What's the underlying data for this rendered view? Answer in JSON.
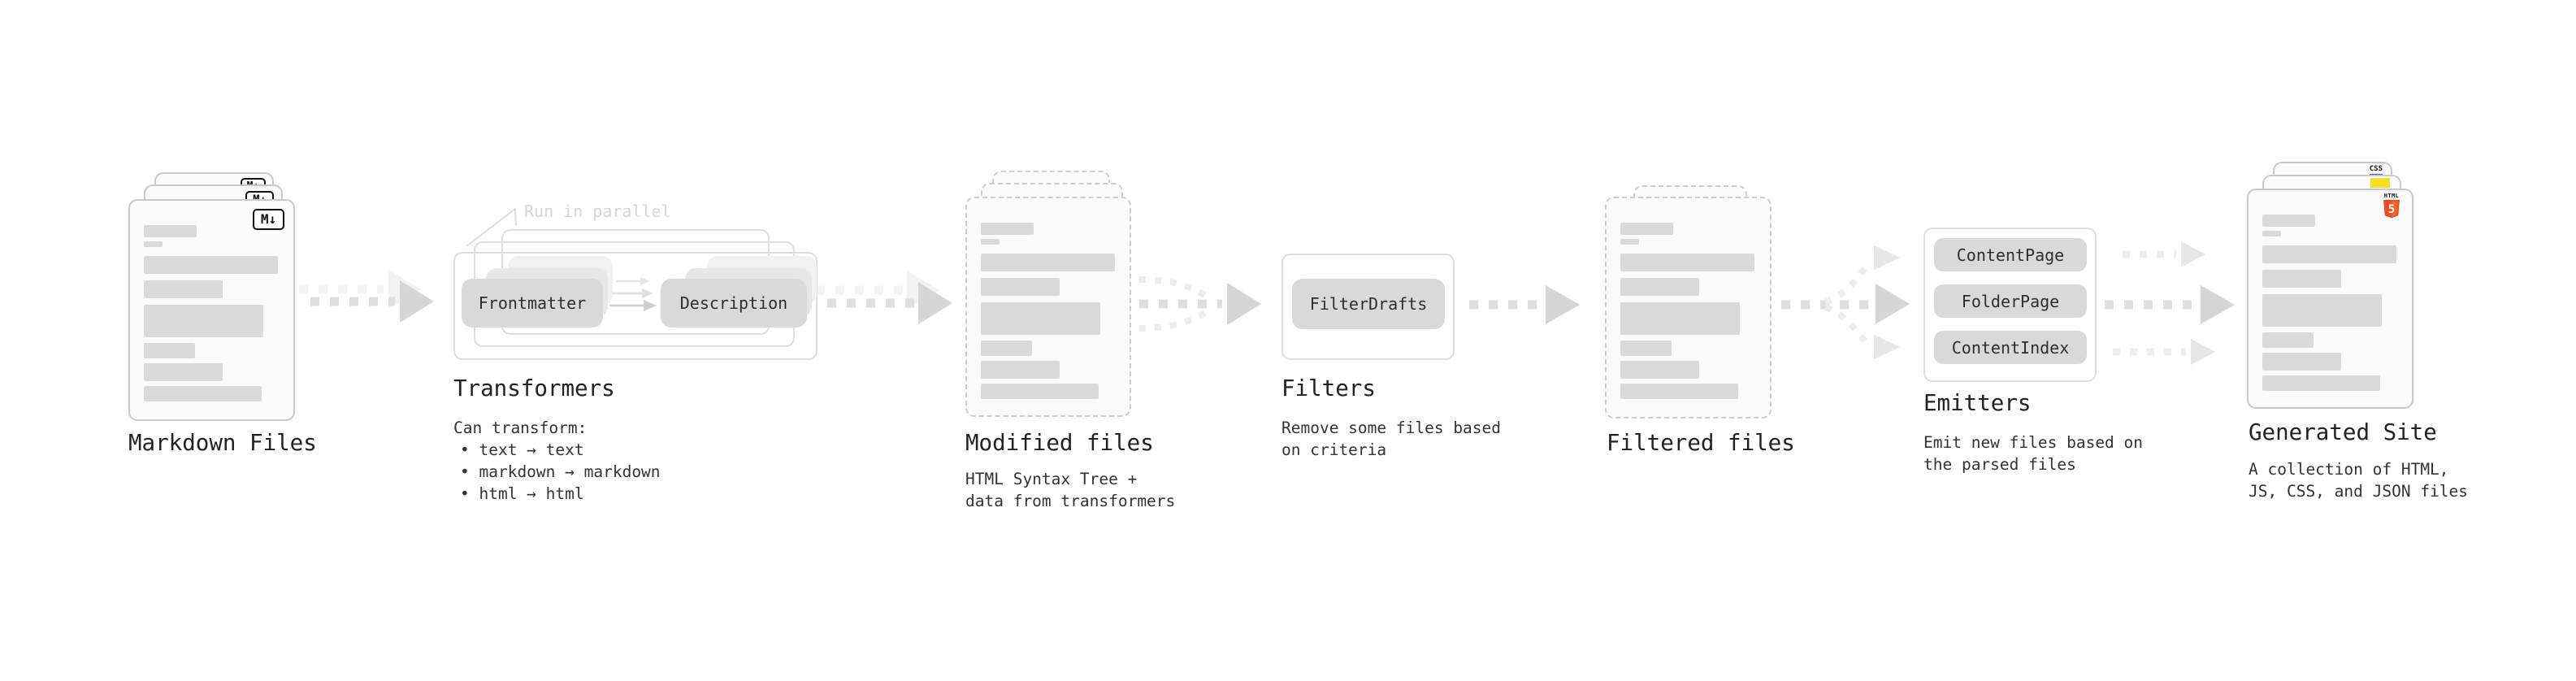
{
  "palette": {
    "bg": "#ffffff",
    "card_bg": "#fbfbfb",
    "card_border": "#c9c9c9",
    "dashed_border": "#cccccc",
    "bar": "#d9d9d9",
    "outline_border": "#dedede",
    "pill_bg": "#d9d9d9",
    "pill_text": "#2e2e2e",
    "ghost_mid": "#e7e7e7",
    "ghost_back": "#f1f1f1",
    "text_title": "#222222",
    "text_body": "#333333",
    "text_faint": "#d6d6d6",
    "arrow_dash": "#dfdfdf",
    "arrow_head": "#d6d6d6",
    "arrow_ghost": "#f3f3f3",
    "arrow_light_dash": "#ededed",
    "arrow_light_head": "#e6e6e6",
    "icon_border": "#111111",
    "js_yellow": "#f7df1e",
    "css_blue": "#2e64e8",
    "html_orange": "#e44d26",
    "html_orange_light": "#f16529"
  },
  "stages": {
    "markdown_files": {
      "label": "Markdown Files",
      "icon": "M↓"
    },
    "transformers": {
      "label": "Transformers",
      "callout": "Run in parallel",
      "pills": [
        "Frontmatter",
        "Description"
      ],
      "intro": "Can transform:",
      "bullets": [
        "• text → text",
        "• markdown → markdown",
        "• html → html"
      ]
    },
    "modified_files": {
      "label": "Modified files",
      "description": [
        "HTML Syntax Tree +",
        "data from transformers"
      ]
    },
    "filters": {
      "label": "Filters",
      "pills": [
        "FilterDrafts"
      ],
      "description": [
        "Remove some files based",
        "on criteria"
      ]
    },
    "filtered_files": {
      "label": "Filtered files"
    },
    "emitters": {
      "label": "Emitters",
      "pills": [
        "ContentPage",
        "FolderPage",
        "ContentIndex"
      ],
      "description": [
        "Emit new files based on",
        "the parsed files"
      ]
    },
    "generated_site": {
      "label": "Generated Site",
      "description": [
        "A collection of HTML,",
        "JS, CSS, and JSON files"
      ],
      "badges": {
        "css": "CSS",
        "html": "HTML",
        "html5_number": "5"
      }
    }
  }
}
